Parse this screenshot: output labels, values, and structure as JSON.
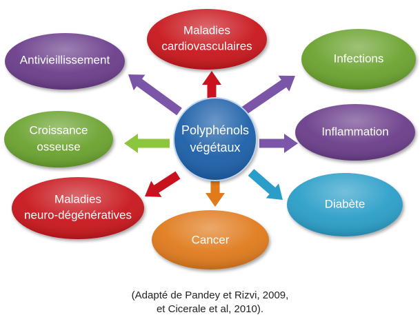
{
  "center": {
    "line1": "Polyphénols",
    "line2": "végétaux",
    "color": "#1f5fa8"
  },
  "nodes": {
    "cardio": {
      "line1": "Maladies",
      "line2": "cardiovasculaires",
      "color": "#c8121e"
    },
    "anti": {
      "line1": "Antivieillissement",
      "color": "#6a3d8a"
    },
    "infect": {
      "line1": "Infections",
      "color": "#6aa22f"
    },
    "crois": {
      "line1": "Croissance",
      "line2": "osseuse",
      "color": "#6aa22f"
    },
    "inflam": {
      "line1": "Inflammation",
      "color": "#6a3d8a"
    },
    "neuro": {
      "line1": "Maladies",
      "line2": "neuro-dégénératives",
      "color": "#c8121e"
    },
    "diabete": {
      "line1": "Diabète",
      "color": "#2a9ec8"
    },
    "cancer": {
      "line1": "Cancer",
      "color": "#e07a1a"
    }
  },
  "arrow_colors": {
    "up": "#c8121e",
    "upleft": "#7a55a8",
    "upright": "#7a55a8",
    "left": "#8cc63f",
    "right": "#7a55a8",
    "downleft": "#c8121e",
    "down": "#e07a1a",
    "downright": "#2a9ec8"
  },
  "caption": {
    "line1": "(Adapté de Pandey et Rizvi, 2009,",
    "line2": "et Cicerale et al, 2010)."
  }
}
